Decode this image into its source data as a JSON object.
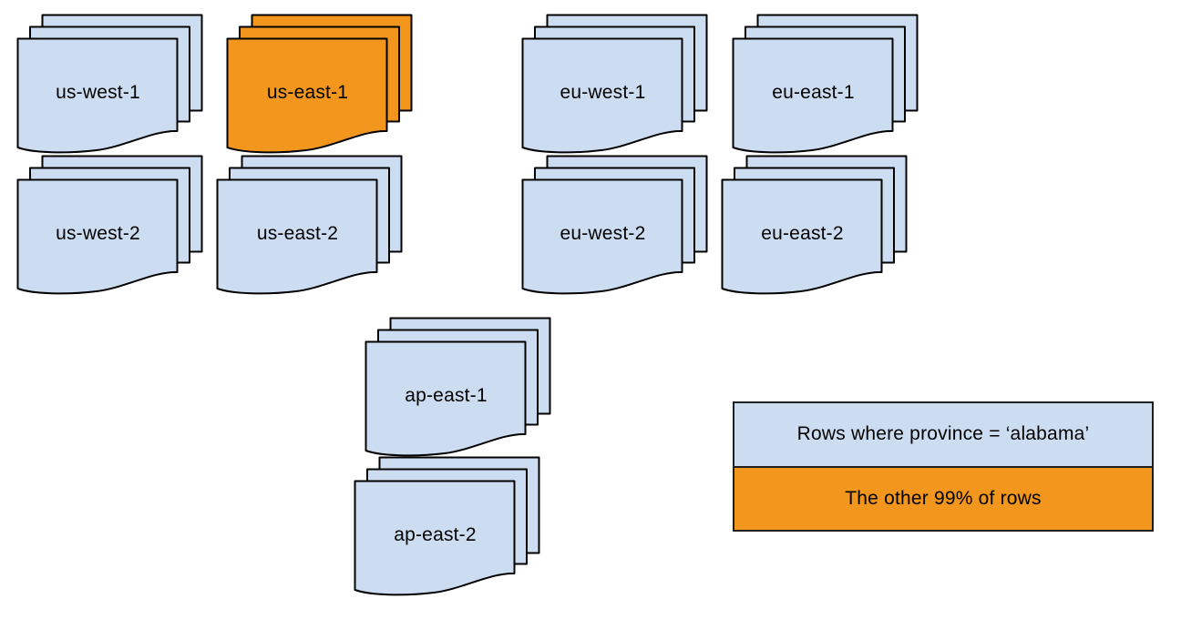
{
  "colors": {
    "region_fill": "#cdddf1",
    "highlight_fill": "#f2961d",
    "outline": "#000000",
    "legend_border": "#1f1f1f",
    "background": "#ffffff",
    "text": "#000000"
  },
  "stacks": [
    {
      "label": "us-west-1",
      "variant": "blue"
    },
    {
      "label": "us-east-1",
      "variant": "orange"
    },
    {
      "label": "eu-west-1",
      "variant": "blue"
    },
    {
      "label": "eu-east-1",
      "variant": "blue"
    },
    {
      "label": "us-west-2",
      "variant": "blue"
    },
    {
      "label": "us-east-2",
      "variant": "blue"
    },
    {
      "label": "eu-west-2",
      "variant": "blue"
    },
    {
      "label": "eu-east-2",
      "variant": "blue"
    },
    {
      "label": "ap-east-1",
      "variant": "blue"
    },
    {
      "label": "ap-east-2",
      "variant": "blue"
    }
  ],
  "legend": {
    "items": [
      {
        "label": "Rows where province = ‘alabama’",
        "variant": "blue"
      },
      {
        "label": "The other 99% of rows",
        "variant": "orange"
      }
    ]
  }
}
